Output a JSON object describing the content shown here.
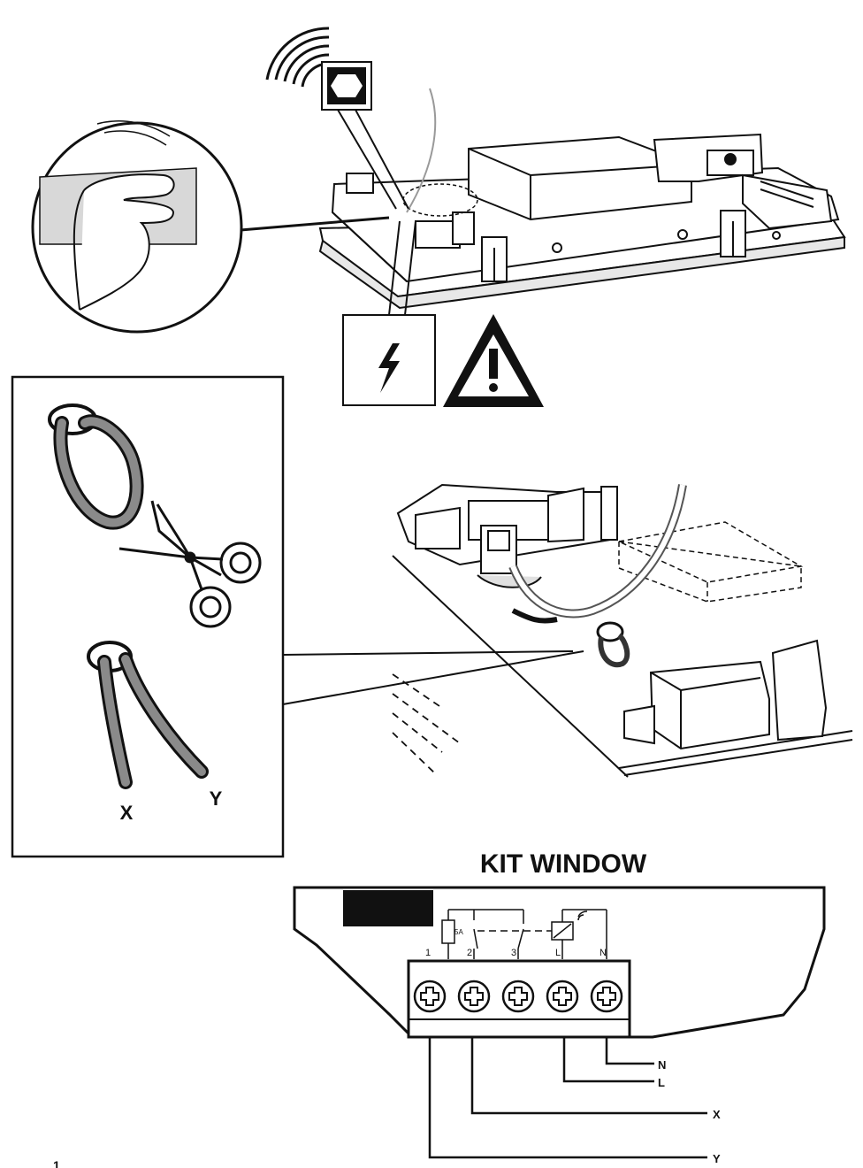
{
  "title": "KIT WINDOW",
  "loop_labels": {
    "x": "X",
    "y": "Y"
  },
  "terminal_numbers": [
    "1",
    "2",
    "3",
    "L",
    "N"
  ],
  "fuse_rating": "5A",
  "wire_labels": {
    "n": "N",
    "l": "L",
    "x": "X",
    "y": "Y"
  },
  "corner_mark": "1",
  "icons": [
    "radio-waves-icon",
    "hexagon-sensor-icon",
    "lightning-icon",
    "warning-triangle-icon",
    "scissors-icon",
    "hand-pull-icon"
  ]
}
